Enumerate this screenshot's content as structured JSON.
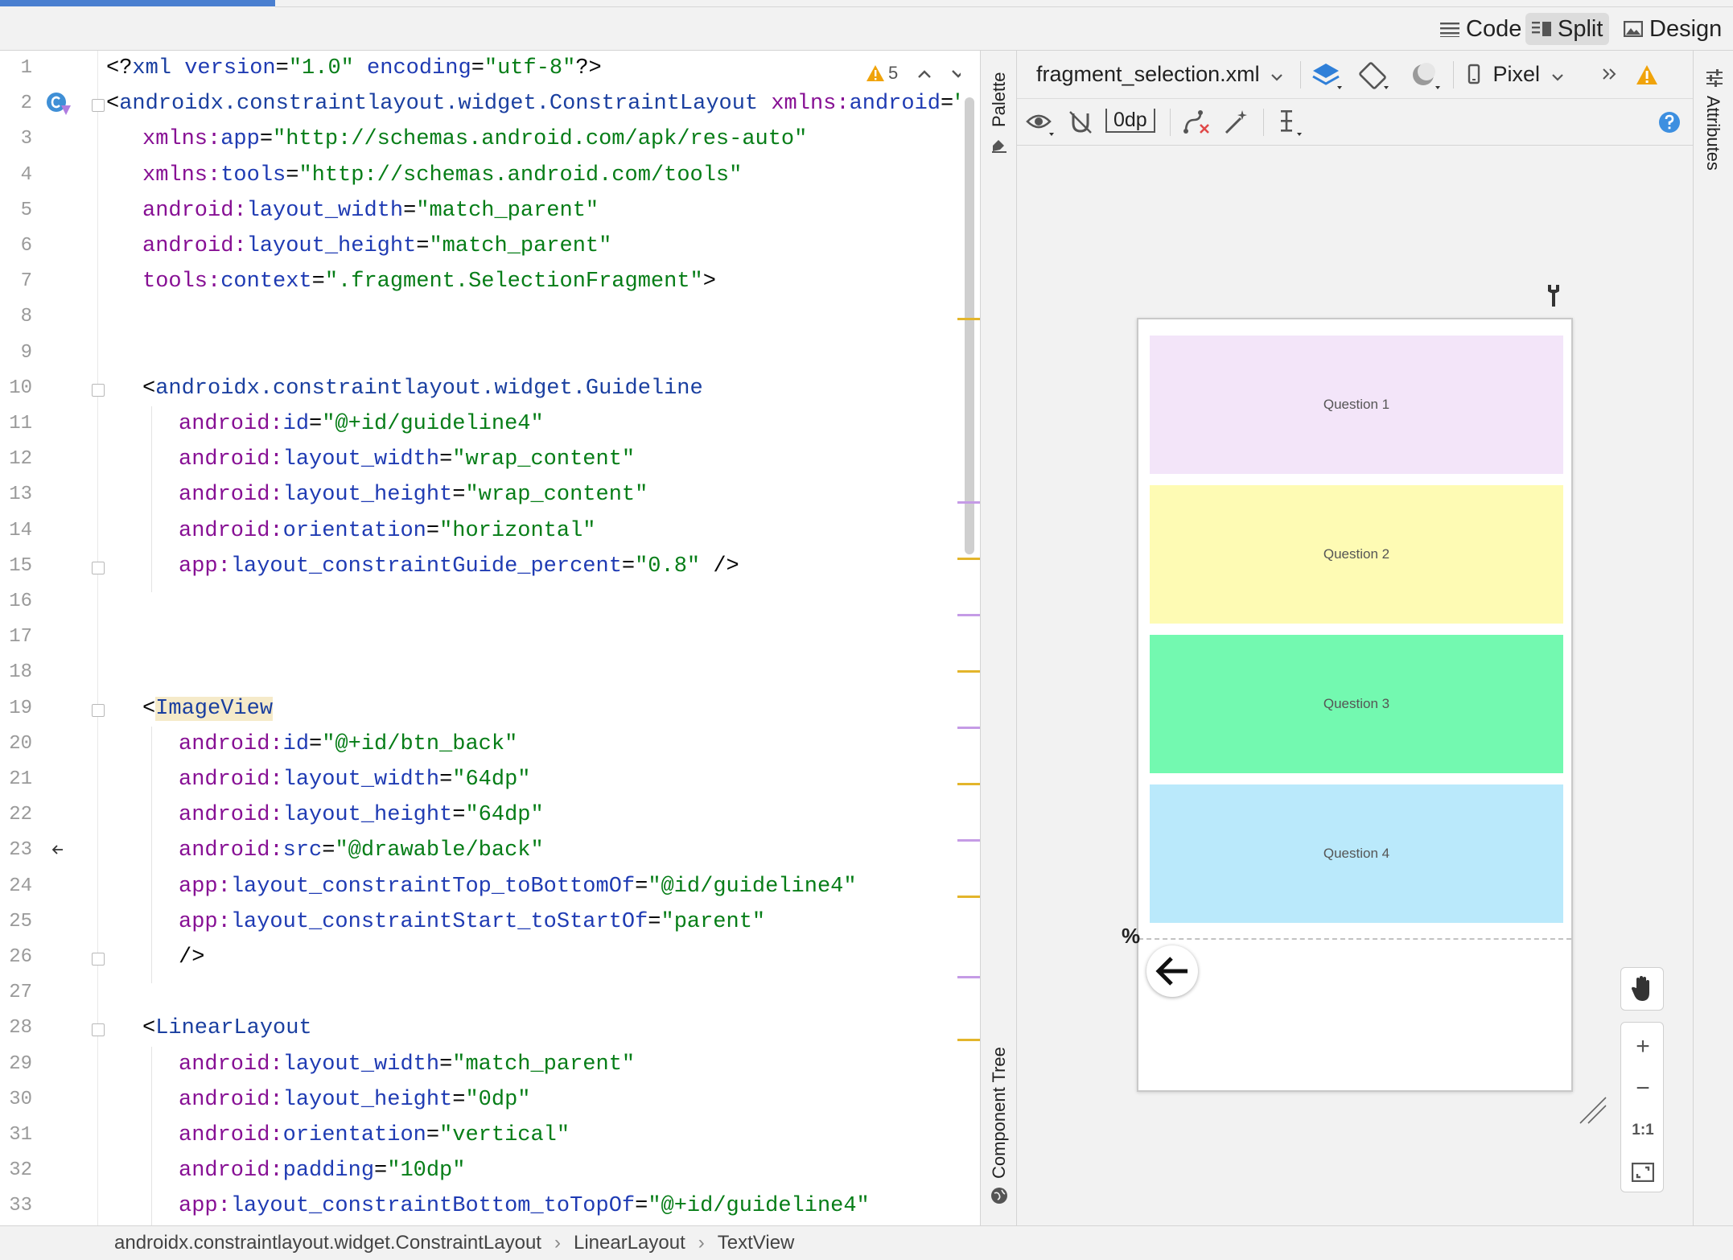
{
  "view_modes": {
    "code": "Code",
    "split": "Split",
    "design": "Design",
    "active": "Split"
  },
  "editor": {
    "warning_count": "5",
    "lines": [
      {
        "n": "1",
        "indent": 0,
        "parts": [
          [
            "plain",
            "<?"
          ],
          [
            "tag",
            "xml"
          ],
          [
            "attr",
            " version"
          ],
          [
            "plain",
            "="
          ],
          [
            "val",
            "\"1.0\""
          ],
          [
            "attr",
            " encoding"
          ],
          [
            "plain",
            "="
          ],
          [
            "val",
            "\"utf-8\""
          ],
          [
            "plain",
            "?>"
          ]
        ]
      },
      {
        "n": "2",
        "indent": 0,
        "parts": [
          [
            "plain",
            "<"
          ],
          [
            "tag",
            "androidx.constraintlayout.widget.ConstraintLayout"
          ],
          [
            "ns",
            " xmlns:"
          ],
          [
            "attr",
            "android"
          ],
          [
            "plain",
            "="
          ],
          [
            "val",
            "\"http"
          ]
        ]
      },
      {
        "n": "3",
        "indent": 1,
        "parts": [
          [
            "ns",
            "xmlns:"
          ],
          [
            "attr",
            "app"
          ],
          [
            "plain",
            "="
          ],
          [
            "val",
            "\"http://schemas.android.com/apk/res-auto\""
          ]
        ]
      },
      {
        "n": "4",
        "indent": 1,
        "parts": [
          [
            "ns",
            "xmlns:"
          ],
          [
            "attr",
            "tools"
          ],
          [
            "plain",
            "="
          ],
          [
            "val",
            "\"http://schemas.android.com/tools\""
          ]
        ]
      },
      {
        "n": "5",
        "indent": 1,
        "parts": [
          [
            "ns",
            "android:"
          ],
          [
            "attr",
            "layout_width"
          ],
          [
            "plain",
            "="
          ],
          [
            "val",
            "\"match_parent\""
          ]
        ]
      },
      {
        "n": "6",
        "indent": 1,
        "parts": [
          [
            "ns",
            "android:"
          ],
          [
            "attr",
            "layout_height"
          ],
          [
            "plain",
            "="
          ],
          [
            "val",
            "\"match_parent\""
          ]
        ]
      },
      {
        "n": "7",
        "indent": 1,
        "parts": [
          [
            "ns",
            "tools:"
          ],
          [
            "attr",
            "context"
          ],
          [
            "plain",
            "="
          ],
          [
            "val",
            "\".fragment.SelectionFragment\""
          ],
          [
            "plain",
            ">"
          ]
        ]
      },
      {
        "n": "8",
        "indent": 0,
        "parts": []
      },
      {
        "n": "9",
        "indent": 0,
        "parts": []
      },
      {
        "n": "10",
        "indent": 1,
        "parts": [
          [
            "plain",
            "<"
          ],
          [
            "tag",
            "androidx.constraintlayout.widget.Guideline"
          ]
        ]
      },
      {
        "n": "11",
        "indent": 2,
        "parts": [
          [
            "ns",
            "android:"
          ],
          [
            "attr",
            "id"
          ],
          [
            "plain",
            "="
          ],
          [
            "val",
            "\"@+id/guideline4\""
          ]
        ]
      },
      {
        "n": "12",
        "indent": 2,
        "parts": [
          [
            "ns",
            "android:"
          ],
          [
            "attr",
            "layout_width"
          ],
          [
            "plain",
            "="
          ],
          [
            "val",
            "\"wrap_content\""
          ]
        ]
      },
      {
        "n": "13",
        "indent": 2,
        "parts": [
          [
            "ns",
            "android:"
          ],
          [
            "attr",
            "layout_height"
          ],
          [
            "plain",
            "="
          ],
          [
            "val",
            "\"wrap_content\""
          ]
        ]
      },
      {
        "n": "14",
        "indent": 2,
        "parts": [
          [
            "ns",
            "android:"
          ],
          [
            "attr",
            "orientation"
          ],
          [
            "plain",
            "="
          ],
          [
            "val",
            "\"horizontal\""
          ]
        ]
      },
      {
        "n": "15",
        "indent": 2,
        "parts": [
          [
            "ns",
            "app:"
          ],
          [
            "attr",
            "layout_constraintGuide_percent"
          ],
          [
            "plain",
            "="
          ],
          [
            "val",
            "\"0.8\""
          ],
          [
            "plain",
            " />"
          ]
        ]
      },
      {
        "n": "16",
        "indent": 0,
        "parts": []
      },
      {
        "n": "17",
        "indent": 0,
        "parts": []
      },
      {
        "n": "18",
        "indent": 0,
        "parts": []
      },
      {
        "n": "19",
        "indent": 1,
        "parts": [
          [
            "plain",
            "<"
          ],
          [
            "hl",
            "ImageView"
          ]
        ]
      },
      {
        "n": "20",
        "indent": 2,
        "parts": [
          [
            "ns",
            "android:"
          ],
          [
            "attr",
            "id"
          ],
          [
            "plain",
            "="
          ],
          [
            "val",
            "\"@+id/btn_back\""
          ]
        ]
      },
      {
        "n": "21",
        "indent": 2,
        "parts": [
          [
            "ns",
            "android:"
          ],
          [
            "attr",
            "layout_width"
          ],
          [
            "plain",
            "="
          ],
          [
            "val",
            "\"64dp\""
          ]
        ]
      },
      {
        "n": "22",
        "indent": 2,
        "parts": [
          [
            "ns",
            "android:"
          ],
          [
            "attr",
            "layout_height"
          ],
          [
            "plain",
            "="
          ],
          [
            "val",
            "\"64dp\""
          ]
        ]
      },
      {
        "n": "23",
        "indent": 2,
        "parts": [
          [
            "ns",
            "android:"
          ],
          [
            "attr",
            "src"
          ],
          [
            "plain",
            "="
          ],
          [
            "val",
            "\"@drawable/back\""
          ]
        ]
      },
      {
        "n": "24",
        "indent": 2,
        "parts": [
          [
            "ns",
            "app:"
          ],
          [
            "attr",
            "layout_constraintTop_toBottomOf"
          ],
          [
            "plain",
            "="
          ],
          [
            "val",
            "\"@id/guideline4\""
          ]
        ]
      },
      {
        "n": "25",
        "indent": 2,
        "parts": [
          [
            "ns",
            "app:"
          ],
          [
            "attr",
            "layout_constraintStart_toStartOf"
          ],
          [
            "plain",
            "="
          ],
          [
            "val",
            "\"parent\""
          ]
        ]
      },
      {
        "n": "26",
        "indent": 2,
        "parts": [
          [
            "plain",
            "/>"
          ]
        ]
      },
      {
        "n": "27",
        "indent": 0,
        "parts": []
      },
      {
        "n": "28",
        "indent": 1,
        "parts": [
          [
            "plain",
            "<"
          ],
          [
            "tag",
            "LinearLayout"
          ]
        ]
      },
      {
        "n": "29",
        "indent": 2,
        "parts": [
          [
            "ns",
            "android:"
          ],
          [
            "attr",
            "layout_width"
          ],
          [
            "plain",
            "="
          ],
          [
            "val",
            "\"match_parent\""
          ]
        ]
      },
      {
        "n": "30",
        "indent": 2,
        "parts": [
          [
            "ns",
            "android:"
          ],
          [
            "attr",
            "layout_height"
          ],
          [
            "plain",
            "="
          ],
          [
            "val",
            "\"0dp\""
          ]
        ]
      },
      {
        "n": "31",
        "indent": 2,
        "parts": [
          [
            "ns",
            "android:"
          ],
          [
            "attr",
            "orientation"
          ],
          [
            "plain",
            "="
          ],
          [
            "val",
            "\"vertical\""
          ]
        ]
      },
      {
        "n": "32",
        "indent": 2,
        "parts": [
          [
            "ns",
            "android:"
          ],
          [
            "attr",
            "padding"
          ],
          [
            "plain",
            "="
          ],
          [
            "val",
            "\"10dp\""
          ]
        ]
      },
      {
        "n": "33",
        "indent": 2,
        "parts": [
          [
            "ns",
            "app:"
          ],
          [
            "attr",
            "layout_constraintBottom_toTopOf"
          ],
          [
            "plain",
            "="
          ],
          [
            "val",
            "\"@+id/guideline4\""
          ]
        ]
      }
    ]
  },
  "side_panels": {
    "palette": "Palette",
    "component_tree": "Component Tree",
    "attributes": "Attributes"
  },
  "design_toolbar": {
    "file": "fragment_selection.xml",
    "device": "Pixel",
    "margin": "0dp"
  },
  "preview": {
    "cards": [
      {
        "label": "Question 1",
        "color": "#f3e5f9"
      },
      {
        "label": "Question 2",
        "color": "#fefbb4"
      },
      {
        "label": "Question 3",
        "color": "#73f9b0"
      },
      {
        "label": "Question 4",
        "color": "#bae9fb"
      }
    ],
    "percent_marker": "%"
  },
  "zoom": {
    "plus": "+",
    "minus": "−",
    "one_to_one": "1:1"
  },
  "breadcrumb": [
    "androidx.constraintlayout.widget.ConstraintLayout",
    "LinearLayout",
    "TextView"
  ],
  "colors": {
    "accent": "#4a7fd0",
    "warning": "#f0a30a",
    "help": "#3d8fe0"
  }
}
